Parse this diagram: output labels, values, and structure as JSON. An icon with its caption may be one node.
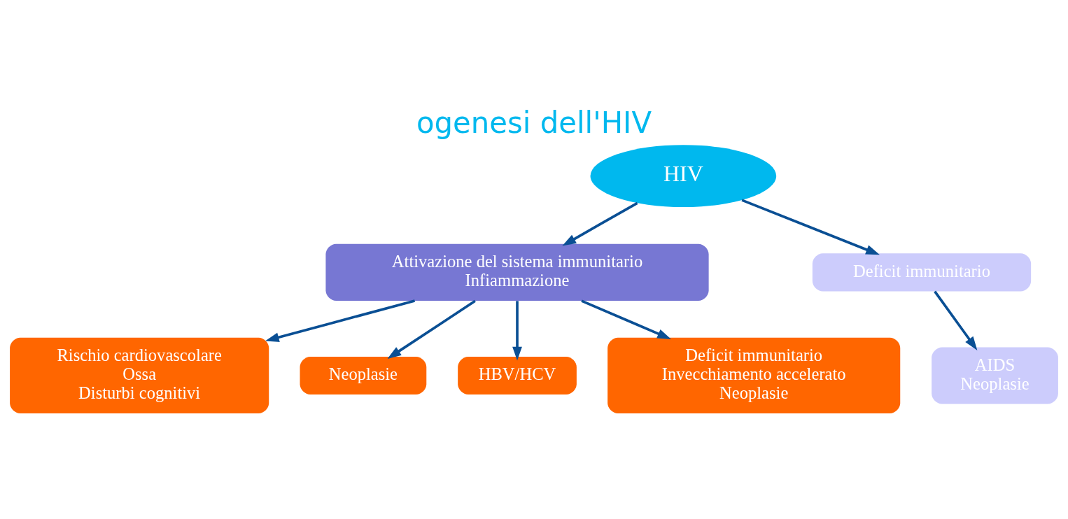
{
  "diagram": {
    "title": "ogenesi dell'HIV",
    "nodes": [
      {
        "text": [
          "HIV"
        ]
      },
      {
        "text": [
          "Attivazione del sistema immunitario",
          "Infiammazione"
        ]
      },
      {
        "text": [
          "Deficit immunitario"
        ]
      },
      {
        "text": [
          "Rischio cardiovascolare",
          "Ossa",
          "Disturbi cognitivi"
        ]
      },
      {
        "text": [
          "Neoplasie"
        ]
      },
      {
        "text": [
          "HBV/HCV"
        ]
      },
      {
        "text": [
          "Deficit immunitario",
          "Invecchiamento accelerato",
          "Neoplasie"
        ]
      },
      {
        "text": [
          "AIDS",
          "Neoplasie"
        ]
      }
    ],
    "edges": [
      {
        "from": 0,
        "to": 1,
        "arrow": "to"
      },
      {
        "from": 0,
        "to": 2,
        "arrow": "to"
      },
      {
        "from": 1,
        "to": 3,
        "arrow": "to"
      },
      {
        "from": 1,
        "to": 6,
        "arrow": "to"
      },
      {
        "from": 1,
        "to": 4,
        "arrow": "to"
      },
      {
        "from": 1,
        "to": 5,
        "arrow": "to"
      },
      {
        "from": 2,
        "to": 7,
        "arrow": "to"
      }
    ]
  }
}
